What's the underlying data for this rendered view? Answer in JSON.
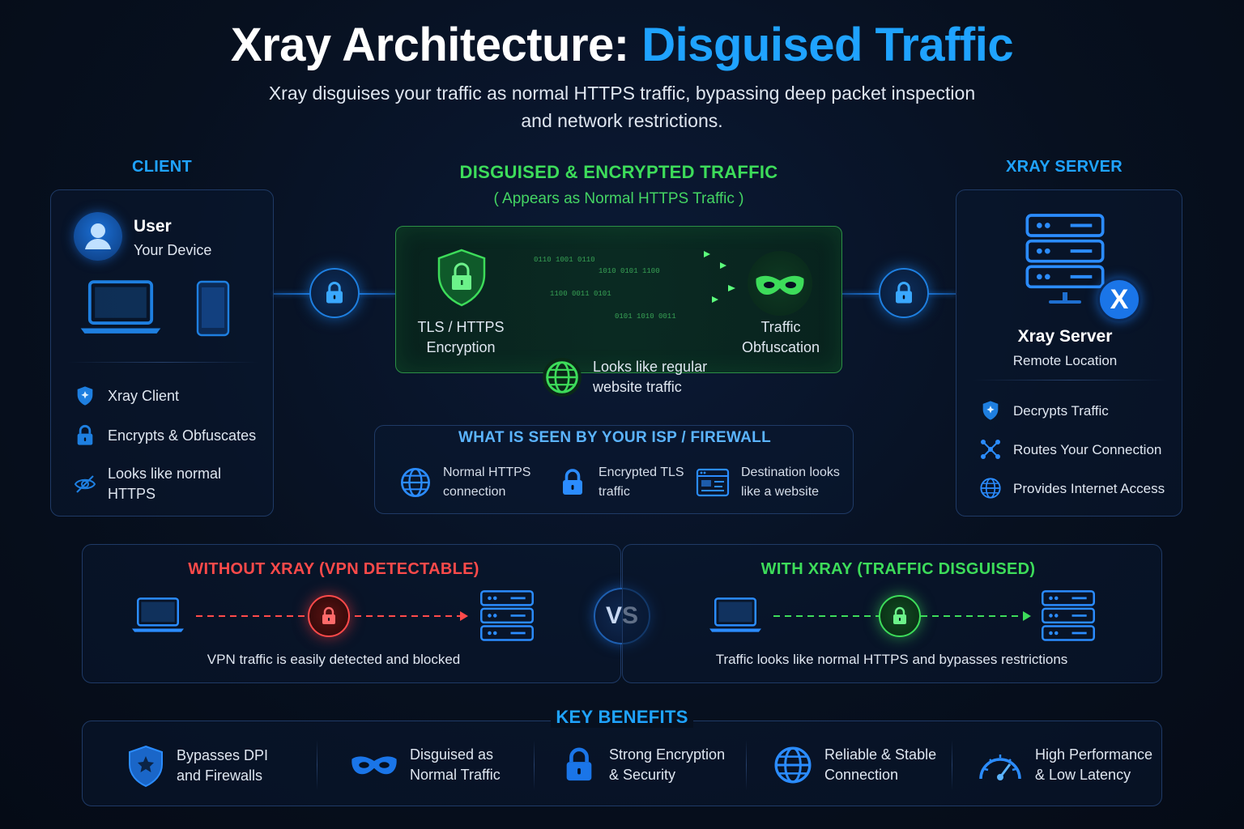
{
  "header": {
    "title_main": "Xray Architecture:",
    "title_accent": "Disguised Traffic",
    "subtitle_line1": "Xray disguises your traffic as normal HTTPS traffic, bypassing deep packet inspection",
    "subtitle_line2": "and network restrictions."
  },
  "client": {
    "label": "CLIENT",
    "user_title": "User",
    "user_sub": "Your Device",
    "items": [
      {
        "label": "Xray Client",
        "icon": "shield-icon"
      },
      {
        "label": "Encrypts & Obfuscates",
        "icon": "lock-icon"
      },
      {
        "label": "Looks like normal HTTPS",
        "icon": "eye-off-icon"
      }
    ]
  },
  "tunnel": {
    "label": "DISGUISED & ENCRYPTED TRAFFIC",
    "sublabel": "( Appears as Normal HTTPS Traffic )",
    "left_line1": "TLS / HTTPS",
    "left_line2": "Encryption",
    "right_line1": "Traffic",
    "right_line2": "Obfuscation",
    "globe_line1": "Looks like regular",
    "globe_line2": "website traffic"
  },
  "isp": {
    "label": "WHAT IS SEEN BY YOUR ISP / FIREWALL",
    "items": [
      {
        "line1": "Normal HTTPS",
        "line2": "connection",
        "icon": "globe-icon"
      },
      {
        "line1": "Encrypted TLS",
        "line2": "traffic",
        "icon": "lock-icon"
      },
      {
        "line1": "Destination looks",
        "line2": "like a website",
        "icon": "browser-window-icon"
      }
    ]
  },
  "server": {
    "label": "XRAY SERVER",
    "title": "Xray Server",
    "sub": "Remote Location",
    "badge": "X",
    "items": [
      {
        "label": "Decrypts Traffic",
        "icon": "shield-icon"
      },
      {
        "label": "Routes Your Connection",
        "icon": "network-nodes-icon"
      },
      {
        "label": "Provides Internet Access",
        "icon": "globe-icon"
      }
    ]
  },
  "comparison": {
    "without_label": "WITHOUT XRAY (VPN DETECTABLE)",
    "without_caption": "VPN traffic is easily detected and blocked",
    "vs": "VS",
    "with_label": "WITH XRAY (TRAFFIC DISGUISED)",
    "with_caption": "Traffic looks like normal HTTPS and bypasses restrictions"
  },
  "benefits": {
    "label": "KEY BENEFITS",
    "items": [
      {
        "line1": "Bypasses DPI",
        "line2": "and Firewalls",
        "icon": "shield-star-icon"
      },
      {
        "line1": "Disguised as",
        "line2": "Normal Traffic",
        "icon": "mask-icon"
      },
      {
        "line1": "Strong Encryption",
        "line2": "& Security",
        "icon": "lock-icon"
      },
      {
        "line1": "Reliable & Stable",
        "line2": "Connection",
        "icon": "globe-icon"
      },
      {
        "line1": "High Performance",
        "line2": "& Low Latency",
        "icon": "speedometer-icon"
      }
    ]
  },
  "colors": {
    "accent_blue": "#1fa3ff",
    "accent_green": "#3ddc5a",
    "accent_red": "#ff4a4a"
  }
}
